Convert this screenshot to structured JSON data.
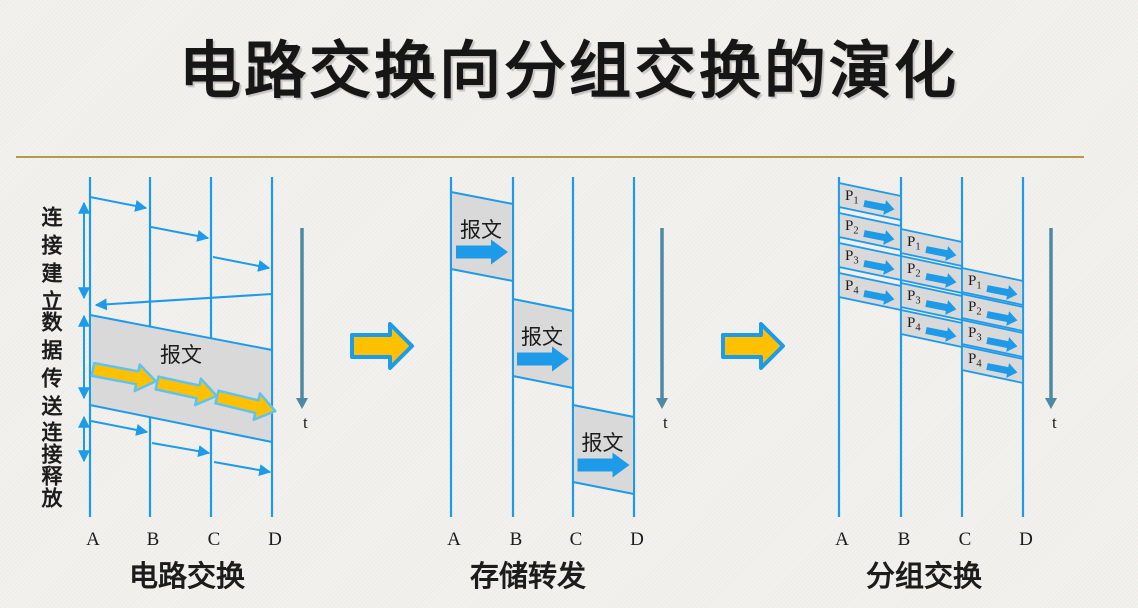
{
  "slide": {
    "title": "电路交换向分组交换的演化",
    "background": "#F2F1EE",
    "divider_color": "#B49A4E"
  },
  "colors": {
    "blue": "#1E9BE8",
    "lightblue": "#5FC3F0",
    "yellow": "#FFC000",
    "gray": "#D9D9D9",
    "steel": "#4E89A4",
    "gold": "#B49A4E",
    "ink": "#1C1C1C"
  },
  "icons": {
    "transition": "right-block-arrow-icon",
    "time_axis": "down-arrow-icon",
    "message_flow": "right-block-arrow-icon"
  },
  "panels": [
    {
      "caption": "电路交换",
      "nodes": [
        "A",
        "B",
        "C",
        "D"
      ],
      "t_label": "t",
      "phases": [
        "连接建立",
        "数据传送",
        "连接释放"
      ],
      "message_label": "报文"
    },
    {
      "caption": "存储转发",
      "nodes": [
        "A",
        "B",
        "C",
        "D"
      ],
      "t_label": "t",
      "boxes": [
        {
          "label": "报文"
        },
        {
          "label": "报文"
        },
        {
          "label": "报文"
        }
      ]
    },
    {
      "caption": "分组交换",
      "nodes": [
        "A",
        "B",
        "C",
        "D"
      ],
      "t_label": "t",
      "packets_base": "P",
      "packet_subs": [
        "1",
        "2",
        "3",
        "4"
      ],
      "hops": 3
    }
  ]
}
